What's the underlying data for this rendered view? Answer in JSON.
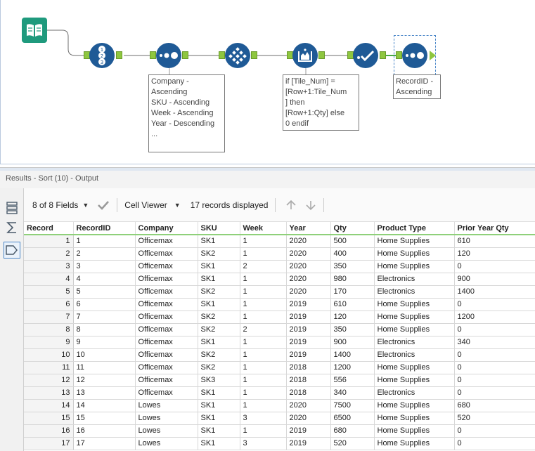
{
  "workflow": {
    "annotations": {
      "sort1": "Company -\nAscending\nSKU - Ascending\nWeek - Ascending\nYear - Descending\n...",
      "formula": "if [Tile_Num] =\n[Row+1:Tile_Num\n] then\n[Row+1:Qty] else\n0 endif",
      "sort2": "RecordID -\nAscending"
    },
    "tools": [
      "book-input-icon",
      "record-id-icon",
      "sort-icon",
      "tile-icon",
      "multi-row-formula-icon",
      "select-icon",
      "sort-icon"
    ],
    "colors": {
      "tool_blue": "#1f5a96",
      "tool_teal": "#1f9a7d",
      "anchor_green": "#8ec63f"
    }
  },
  "results": {
    "title": "Results - Sort (10) - Output",
    "fields_label": "8 of 8 Fields",
    "viewer_label": "Cell Viewer",
    "records_label": "17 records displayed",
    "columns": [
      "Record",
      "RecordID",
      "Company",
      "SKU",
      "Week",
      "Year",
      "Qty",
      "Product Type",
      "Prior Year Qty"
    ],
    "rows": [
      [
        "1",
        "1",
        "Officemax",
        "SK1",
        "1",
        "2020",
        "500",
        "Home Supplies",
        "610"
      ],
      [
        "2",
        "2",
        "Officemax",
        "SK2",
        "1",
        "2020",
        "400",
        "Home Supplies",
        "120"
      ],
      [
        "3",
        "3",
        "Officemax",
        "SK1",
        "2",
        "2020",
        "350",
        "Home Supplies",
        "0"
      ],
      [
        "4",
        "4",
        "Officemax",
        "SK1",
        "1",
        "2020",
        "980",
        "Electronics",
        "900"
      ],
      [
        "5",
        "5",
        "Officemax",
        "SK2",
        "1",
        "2020",
        "170",
        "Electronics",
        "1400"
      ],
      [
        "6",
        "6",
        "Officemax",
        "SK1",
        "1",
        "2019",
        "610",
        "Home Supplies",
        "0"
      ],
      [
        "7",
        "7",
        "Officemax",
        "SK2",
        "1",
        "2019",
        "120",
        "Home Supplies",
        "1200"
      ],
      [
        "8",
        "8",
        "Officemax",
        "SK2",
        "2",
        "2019",
        "350",
        "Home Supplies",
        "0"
      ],
      [
        "9",
        "9",
        "Officemax",
        "SK1",
        "1",
        "2019",
        "900",
        "Electronics",
        "340"
      ],
      [
        "10",
        "10",
        "Officemax",
        "SK2",
        "1",
        "2019",
        "1400",
        "Electronics",
        "0"
      ],
      [
        "11",
        "11",
        "Officemax",
        "SK2",
        "1",
        "2018",
        "1200",
        "Home Supplies",
        "0"
      ],
      [
        "12",
        "12",
        "Officemax",
        "SK3",
        "1",
        "2018",
        "556",
        "Home Supplies",
        "0"
      ],
      [
        "13",
        "13",
        "Officemax",
        "SK1",
        "1",
        "2018",
        "340",
        "Electronics",
        "0"
      ],
      [
        "14",
        "14",
        "Lowes",
        "SK1",
        "1",
        "2020",
        "7500",
        "Home Supplies",
        "680"
      ],
      [
        "15",
        "15",
        "Lowes",
        "SK1",
        "3",
        "2020",
        "6500",
        "Home Supplies",
        "520"
      ],
      [
        "16",
        "16",
        "Lowes",
        "SK1",
        "1",
        "2019",
        "680",
        "Home Supplies",
        "0"
      ],
      [
        "17",
        "17",
        "Lowes",
        "SK1",
        "3",
        "2019",
        "520",
        "Home Supplies",
        "0"
      ]
    ]
  }
}
